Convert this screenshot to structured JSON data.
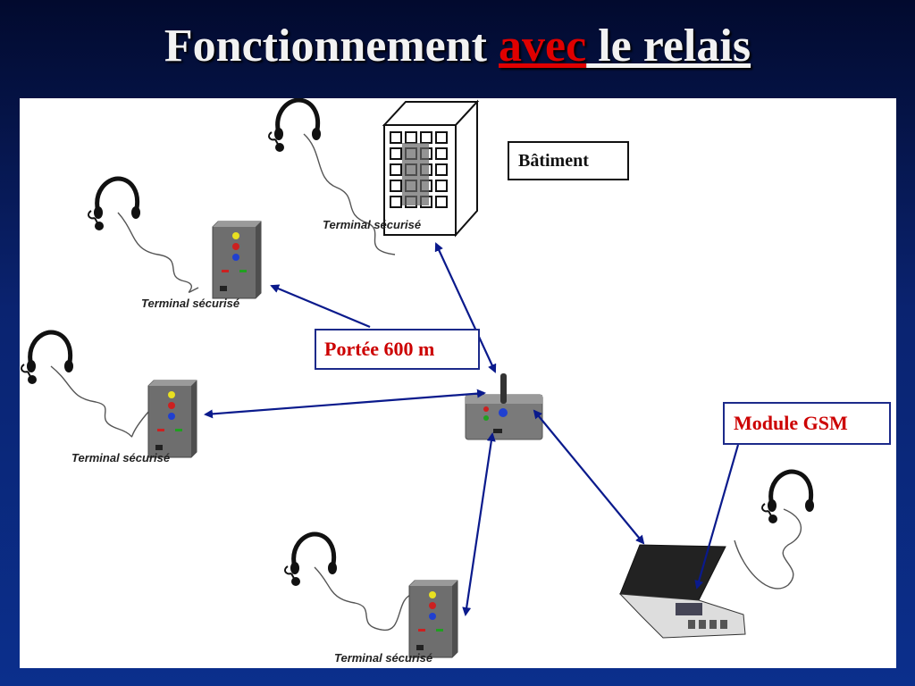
{
  "slide": {
    "title_part1": "Fonctionnement ",
    "title_part2": "avec",
    "title_part3": " le relais"
  },
  "labels": {
    "batiment": "Bâtiment",
    "portee": "Portée 600 m",
    "module_gsm": "Module GSM",
    "terminal": "Terminal sécurisé"
  },
  "colors": {
    "arrow": "#0a1a8c",
    "accent_red": "#cc0000"
  }
}
